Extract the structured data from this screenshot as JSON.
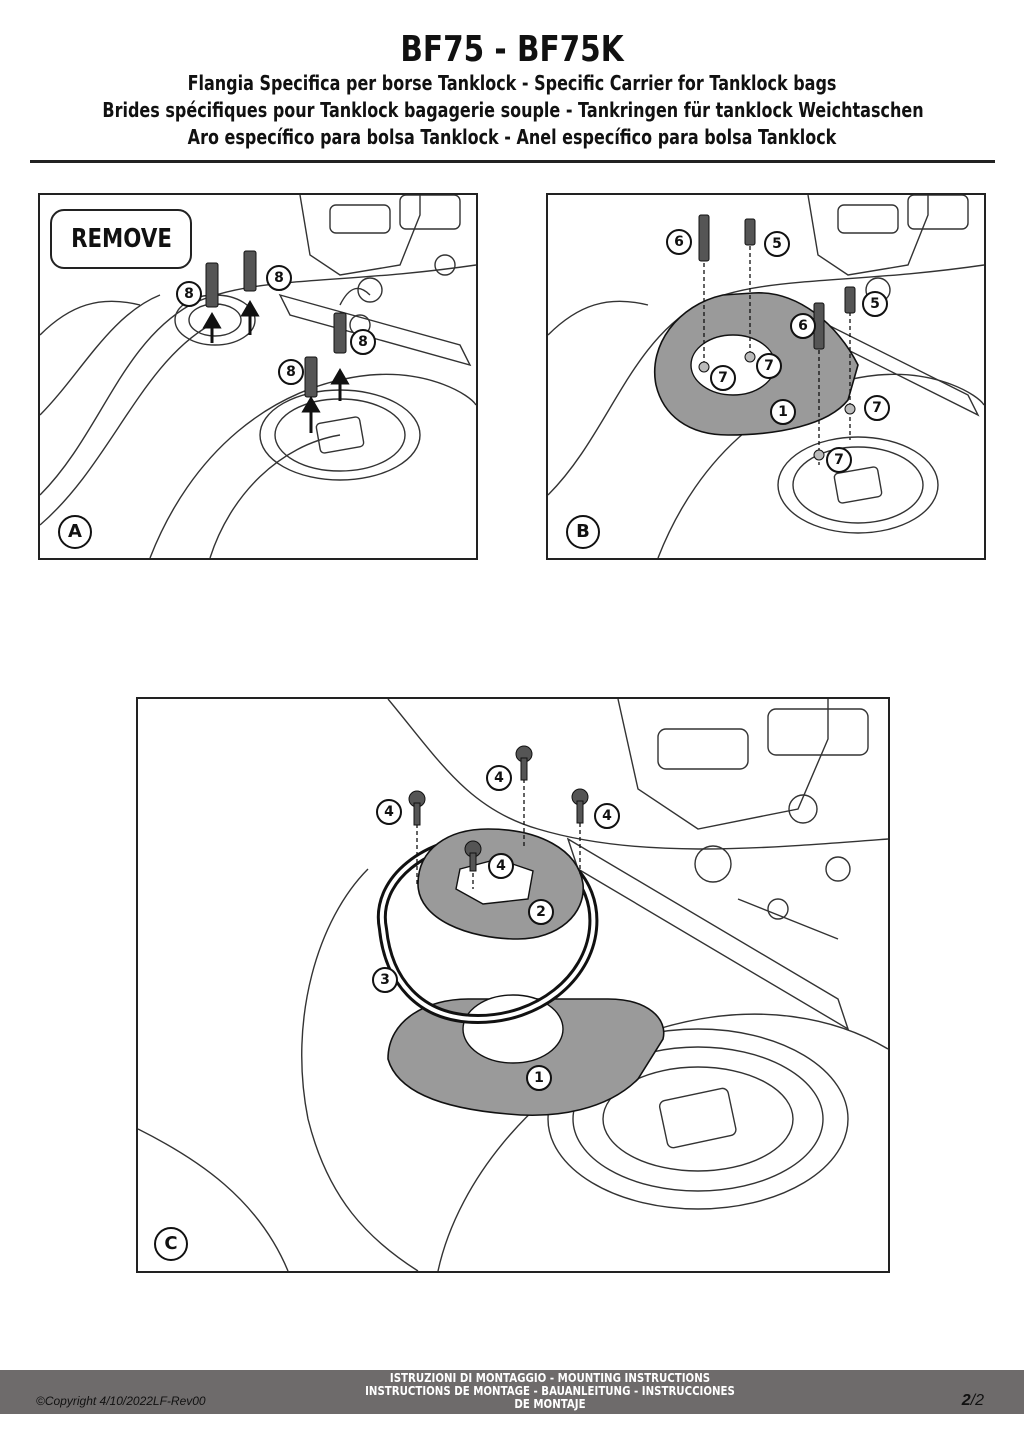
{
  "header": {
    "title": "BF75 - BF75K",
    "line1": "Flangia Specifica per borse Tanklock - Specific Carrier for Tanklock bags",
    "line2": "Brides spécifiques pour Tanklock bagagerie souple - Tankringen für tanklock Weichtaschen",
    "line3": "Aro específico para bolsa Tanklock - Anel específico para bolsa Tanklock"
  },
  "panels": {
    "a": {
      "label": "A",
      "remove": "REMOVE",
      "callouts": [
        "8",
        "8",
        "8",
        "8"
      ]
    },
    "b": {
      "label": "B",
      "callouts": [
        "6",
        "5",
        "6",
        "5",
        "7",
        "7",
        "7",
        "7",
        "1"
      ]
    },
    "c": {
      "label": "C",
      "callouts": [
        "4",
        "4",
        "4",
        "4",
        "2",
        "3",
        "1"
      ]
    }
  },
  "footer": {
    "copyright": "©Copyright 4/10/2022LF-Rev00",
    "line1": "ISTRUZIONI DI MONTAGGIO  -  MOUNTING INSTRUCTIONS",
    "line2": "INSTRUCTIONS DE MONTAGE - BAUANLEITUNG - INSTRUCCIONES",
    "line3": "DE MONTAJE",
    "page_current": "2",
    "page_total": "/2"
  },
  "colors": {
    "footer_bg": "#6e6b6b",
    "plate_gray": "#9a9a9a",
    "line": "#222222"
  }
}
